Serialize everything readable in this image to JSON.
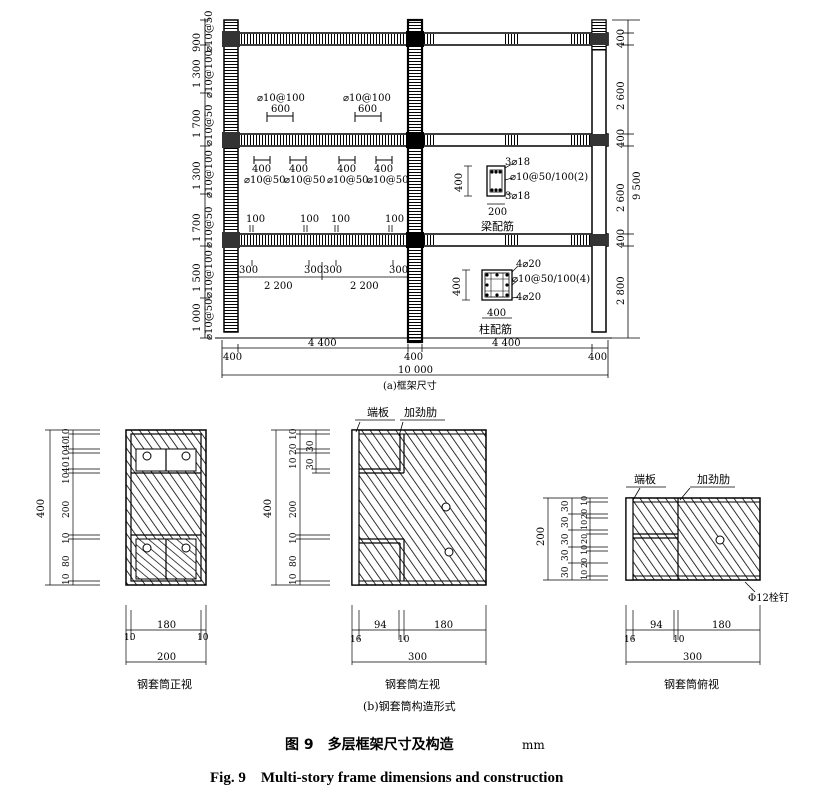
{
  "frame": {
    "rebar_top_left": "⌀10@100",
    "rebar_top_right": "⌀10@100",
    "len_600_l": "600",
    "len_600_r": "600",
    "sub_400": [
      "400",
      "400",
      "400",
      "400"
    ],
    "rebar_mid": [
      "⌀10@50",
      "⌀10@50",
      "⌀10@50",
      "⌀10@50"
    ],
    "marks_100": [
      "100",
      "100",
      "100",
      "100"
    ],
    "len_300": [
      "300",
      "300",
      "300",
      "300"
    ],
    "len_2200_l": "2 200",
    "len_2200_r": "2 200",
    "left_dims": [
      "900",
      "1 300",
      "1 700",
      "1 300",
      "1 700",
      "1 500",
      "1 000"
    ],
    "left_rebar": [
      "⌀10@50",
      "⌀10@100",
      "⌀10@50",
      "⌀10@100",
      "⌀10@50",
      "⌀10@100",
      "⌀10@50"
    ],
    "right_dims": [
      "400",
      "2 600",
      "400",
      "2 600",
      "400",
      "2 800"
    ],
    "right_total": "9 500",
    "bottom_dims": [
      "400",
      "4 400",
      "400",
      "4 400",
      "400"
    ],
    "bottom_total": "10 000",
    "beam_sec": {
      "height": "400",
      "width": "200",
      "top": "3⌀18",
      "stirrup": "⌀10@50/100(2)",
      "bottom": "3⌀18",
      "label": "梁配筋"
    },
    "col_sec": {
      "height": "400",
      "width": "400",
      "top": "4⌀20",
      "stirrup": "⌀10@50/100(4)",
      "bottom": "4⌀20",
      "label": "柱配筋"
    },
    "caption_a": "(a)框架尺寸"
  },
  "sleeve": {
    "front": {
      "total": "400",
      "dims": [
        "10",
        "40",
        "10",
        "40",
        "10",
        "200",
        "10",
        "80",
        "10"
      ],
      "inner": "180",
      "left": "10",
      "right": "10",
      "width": "200",
      "label": "钢套筒正视"
    },
    "left": {
      "total": "400",
      "dims_a": [
        "10",
        "20",
        "10",
        "200",
        "10",
        "80",
        "10"
      ],
      "dims_b": [
        "30",
        "30"
      ],
      "end_plate": "端板",
      "stiffener": "加劲肋",
      "w16": "16",
      "w94": "94",
      "w10": "10",
      "w180": "180",
      "width": "300",
      "label": "钢套筒左视"
    },
    "top": {
      "total": "200",
      "dims_a": [
        "30",
        "30",
        "30",
        "30",
        "30"
      ],
      "dims_b": [
        "10",
        "20",
        "10",
        "20",
        "10",
        "20",
        "10"
      ],
      "end_plate": "端板",
      "stiffener": "加劲肋",
      "bolt": "Φ12栓钉",
      "w16": "16",
      "w94": "94",
      "w10": "10",
      "w180": "180",
      "width": "300",
      "label": "钢套筒俯视"
    },
    "caption_b": "(b)钢套筒构造形式"
  },
  "figure": {
    "caption_cn": "图 9　多层框架尺寸及构造",
    "unit": "mm",
    "caption_en": "Fig. 9　Multi-story frame dimensions and construction"
  }
}
